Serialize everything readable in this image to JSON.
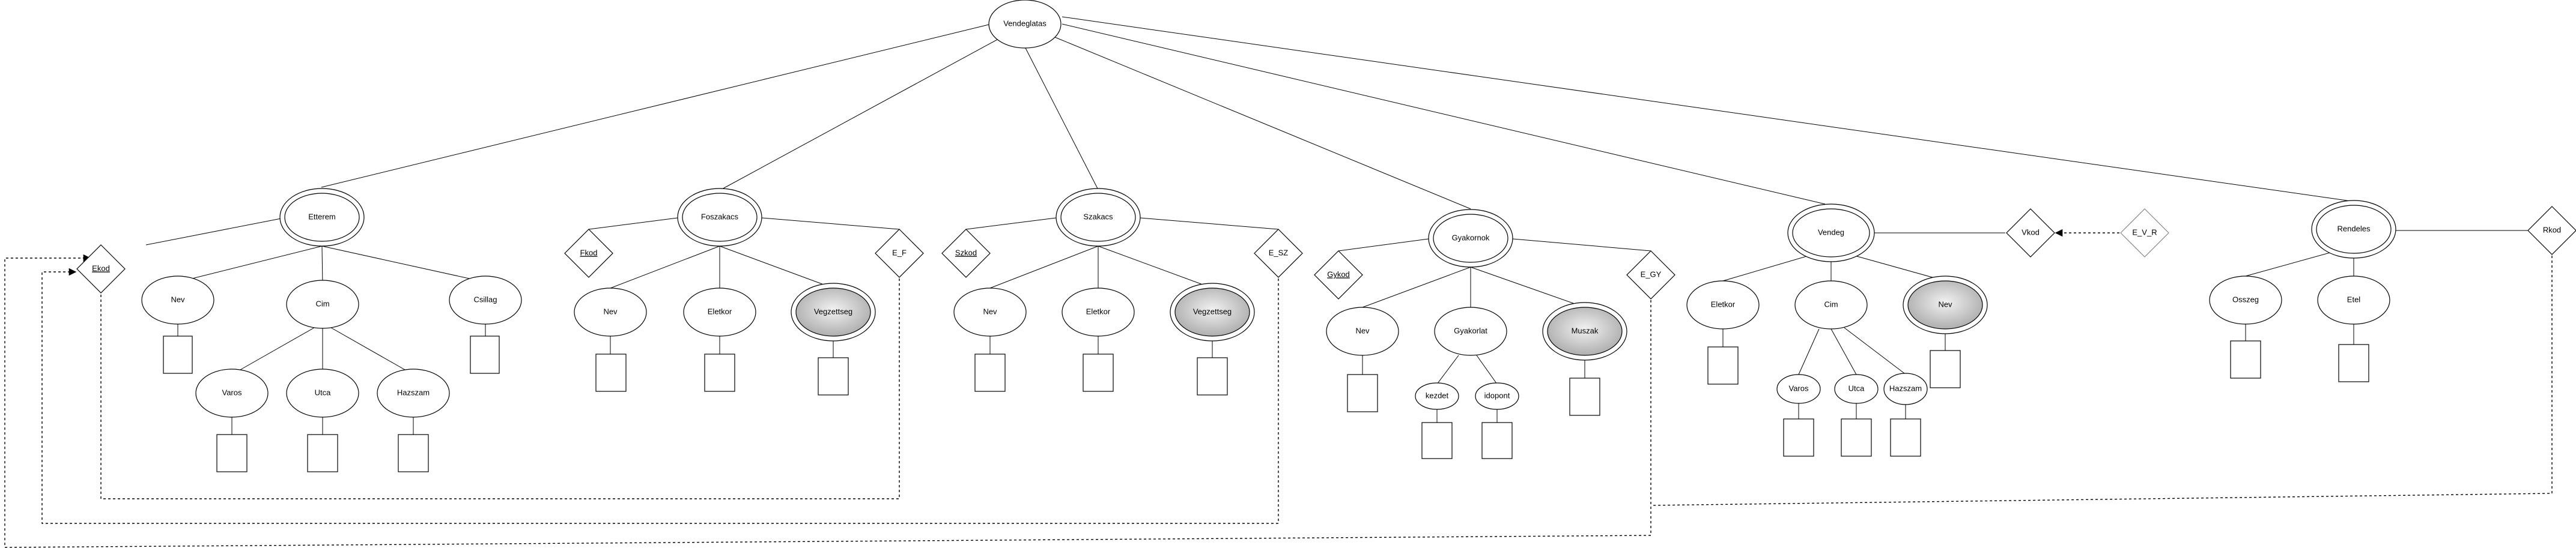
{
  "entities": {
    "root": "Vendeglatas",
    "etterem": "Etterem",
    "foszakacs": "Foszakacs",
    "szakacs": "Szakacs",
    "gyakornok": "Gyakornok",
    "vendeg": "Vendeg",
    "rendeles": "Rendeles"
  },
  "etterem_attrs": {
    "ekod": "Ekod",
    "nev": "Nev",
    "cim": "Cim",
    "csillag": "Csillag",
    "varos": "Varos",
    "utca": "Utca",
    "hazszam": "Hazszam"
  },
  "foszakacs_attrs": {
    "fkod": "Fkod",
    "nev": "Nev",
    "eletkor": "Eletkor",
    "vegzettseg": "Vegzettseg",
    "rel": "E_F"
  },
  "szakacs_attrs": {
    "szkod": "Szkod",
    "nev": "Nev",
    "eletkor": "Eletkor",
    "vegzettseg": "Vegzettseg",
    "rel": "E_SZ"
  },
  "gyakornok_attrs": {
    "gykod": "Gykod",
    "nev": "Nev",
    "gyakorlat": "Gyakorlat",
    "muszak": "Muszak",
    "kezdet": "kezdet",
    "idopont": "idopont",
    "rel": "E_GY"
  },
  "vendeg_attrs": {
    "eletkor": "Eletkor",
    "cim": "Cim",
    "nev": "Nev",
    "varos": "Varos",
    "utca": "Utca",
    "hazszam": "Hazszam",
    "vkod": "Vkod",
    "rel": "E_V_R"
  },
  "rendeles_attrs": {
    "osszeg": "Osszeg",
    "etel": "Etel",
    "rkod": "Rkod"
  }
}
